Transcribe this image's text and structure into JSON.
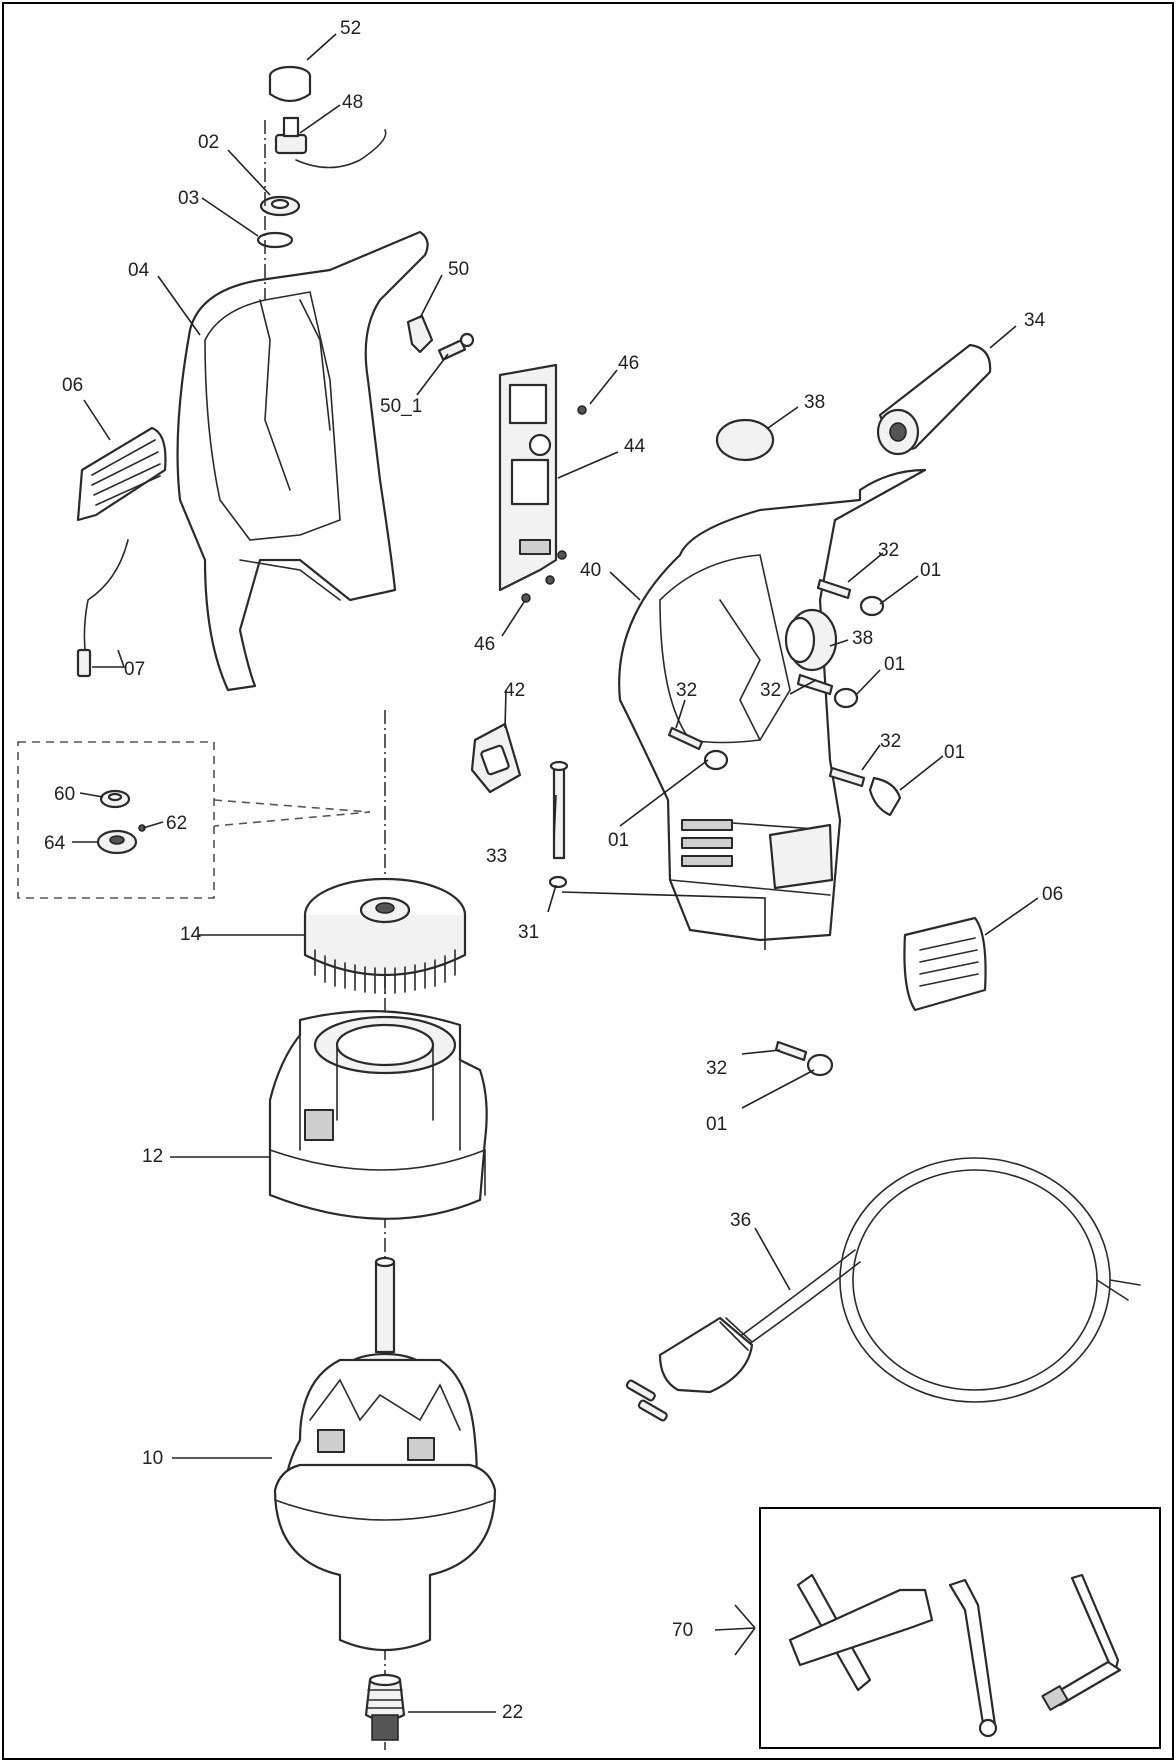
{
  "diagram": {
    "labels": [
      "52",
      "48",
      "02",
      "03",
      "04",
      "50",
      "50_1",
      "06",
      "07",
      "46",
      "44",
      "46",
      "38",
      "34",
      "40",
      "32",
      "01",
      "38",
      "32",
      "01",
      "42",
      "32",
      "32",
      "01",
      "33",
      "01",
      "31",
      "06",
      "32",
      "01",
      "60",
      "62",
      "64",
      "14",
      "12",
      "36",
      "10",
      "70",
      "22"
    ]
  }
}
